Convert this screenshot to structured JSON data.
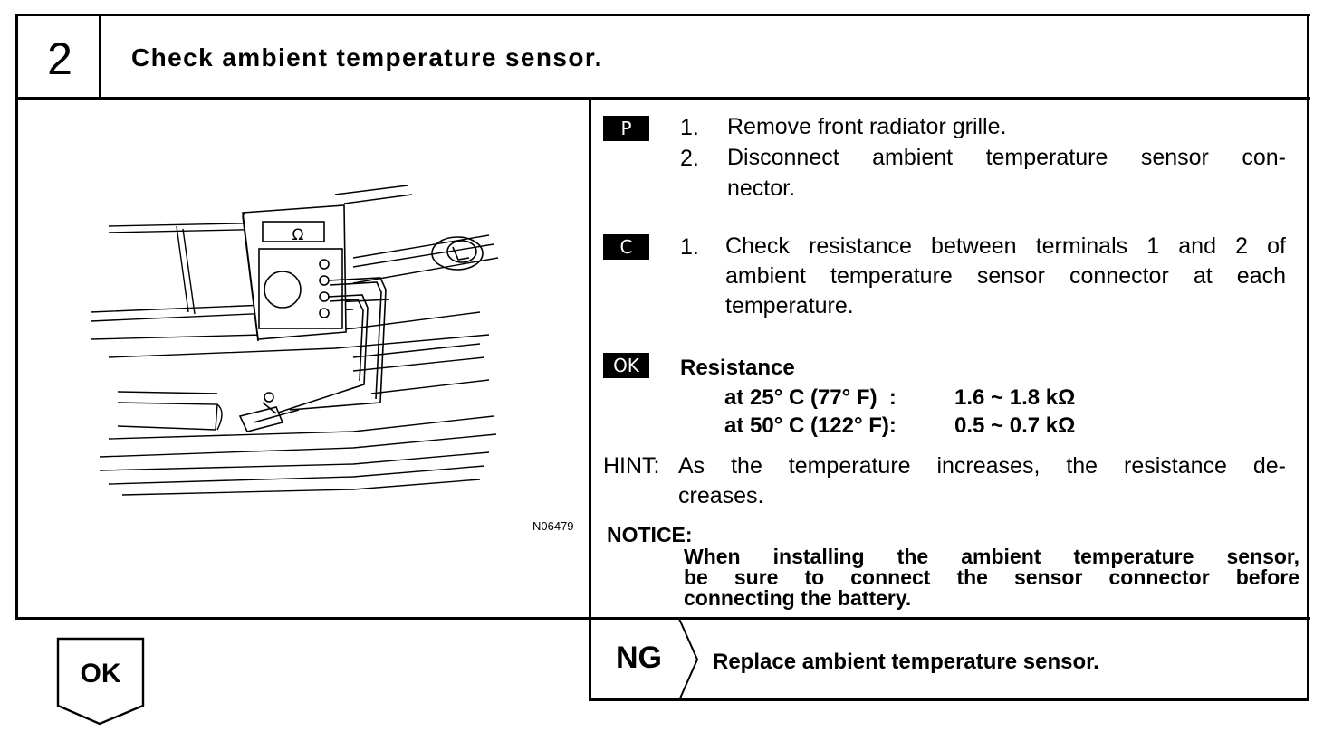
{
  "step": {
    "number": "2",
    "title": "Check ambient temperature sensor."
  },
  "figure": {
    "code": "N06479",
    "meter_symbol": "Ω",
    "icons": [
      "multimeter-icon",
      "lexus-emblem-icon",
      "front-bumper-illustration"
    ]
  },
  "prepare": {
    "tag": "P",
    "steps": [
      {
        "num": "1.",
        "text": "Remove front radiator grille."
      },
      {
        "num": "2.",
        "text_line1": "Disconnect ambient temperature sensor con-",
        "text_line2": "nector."
      }
    ]
  },
  "check": {
    "tag": "C",
    "num": "1.",
    "lines": [
      "Check resistance between terminals 1 and 2 of",
      "ambient temperature sensor connector at each",
      "temperature."
    ]
  },
  "ok_spec": {
    "tag": "OK",
    "heading": "Resistance",
    "rows": [
      {
        "condition": "at 25° C (77° F)  :",
        "value": "1.6 ~ 1.8 kΩ"
      },
      {
        "condition": "at 50° C (122° F):",
        "value": "0.5 ~ 0.7 kΩ"
      }
    ]
  },
  "hint": {
    "label": "HINT:",
    "line1": "As the temperature increases, the resistance de-",
    "line2": "creases."
  },
  "notice": {
    "label": "NOTICE:",
    "lines": [
      "When installing the ambient temperature sensor,",
      "be sure to connect the sensor connector before",
      "connecting the battery."
    ]
  },
  "result_ok": {
    "label": "OK"
  },
  "result_ng": {
    "label": "NG",
    "action": "Replace ambient temperature sensor."
  }
}
